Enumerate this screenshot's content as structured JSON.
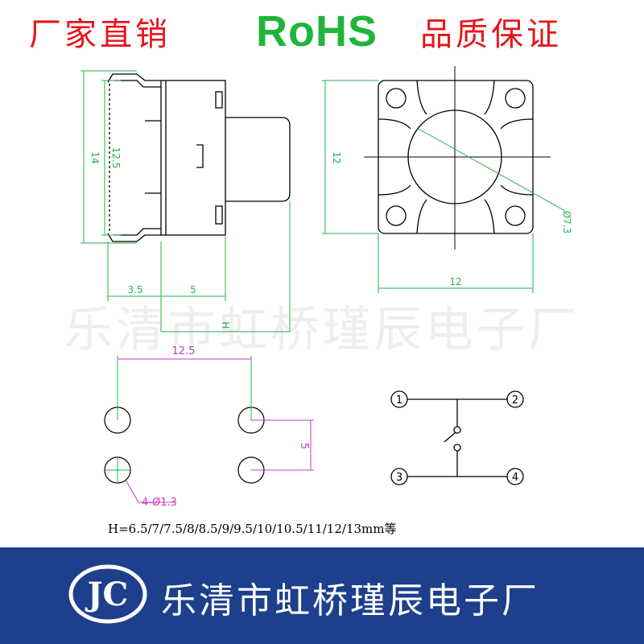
{
  "header": {
    "left_slogan": "厂家直销",
    "rohs": "RoHS",
    "right_slogan": "品质保证"
  },
  "watermark": "乐清市虹桥瑾辰电子厂",
  "dimensions": {
    "side_height": "14",
    "side_inner_height": "12.5",
    "side_lead_width": "3.5",
    "side_body_width": "5",
    "side_height_marker": "H",
    "top_height": "12",
    "top_width": "12",
    "top_button_diameter": "Ø7.3",
    "pcb_pitch": "12.5",
    "pcb_spacing": "5",
    "pcb_holes": "4-Ø1.3"
  },
  "schematic": {
    "pins": [
      "1",
      "2",
      "3",
      "4"
    ]
  },
  "height_note": "H=6.5/7/7.5/8/8.5/9/9.5/10/10.5/11/12/13mm等",
  "footer": {
    "company": "乐清市虹桥瑾辰电子厂",
    "logo_text": "JC"
  },
  "colors": {
    "header_red": "#e8151b",
    "rohs_green": "#1fb53a",
    "dimension_green": "#22b24c",
    "dimension_magenta": "#c33cc3",
    "footer_blue": "#1d3f8c"
  }
}
